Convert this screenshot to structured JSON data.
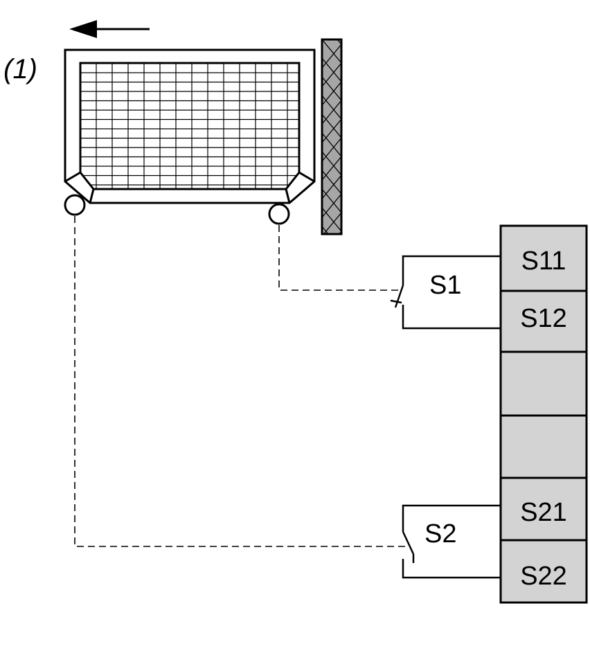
{
  "figure": {
    "callout": "(1)"
  },
  "switches": [
    {
      "id": "S1",
      "label": "S1"
    },
    {
      "id": "S2",
      "label": "S2"
    }
  ],
  "terminal_block": {
    "fill": "#d3d3d3",
    "terminals": [
      "S11",
      "S12",
      "",
      "",
      "S21",
      "S22"
    ]
  },
  "colors": {
    "line": "#000000",
    "wall_fill": "#a6a6a6",
    "terminal_fill": "#d3d3d3"
  }
}
